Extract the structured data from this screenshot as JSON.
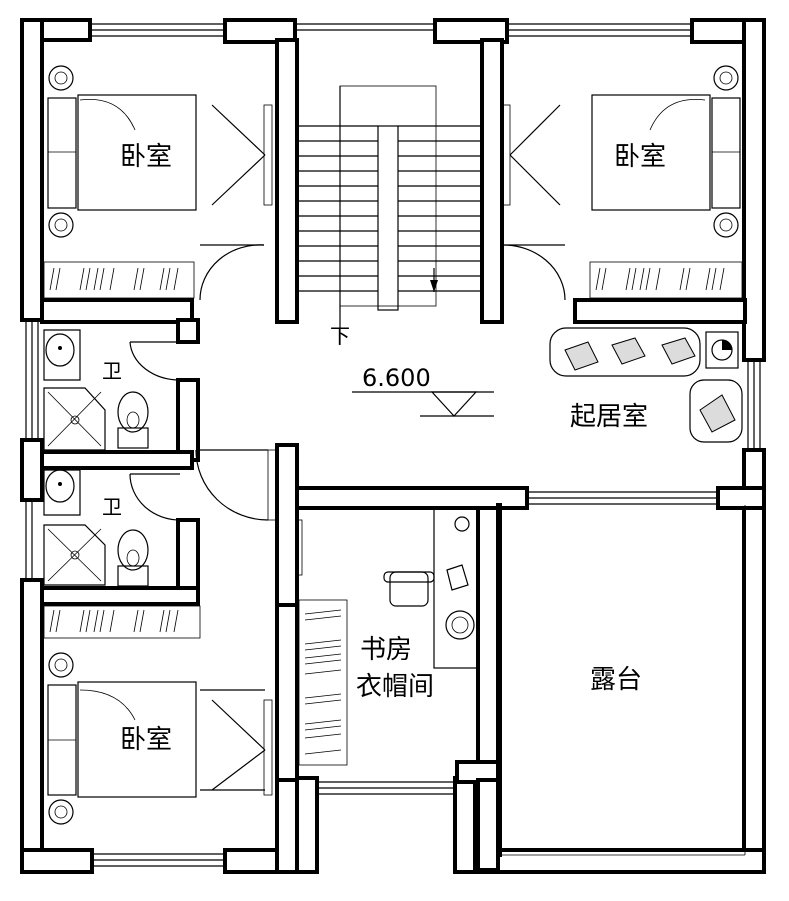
{
  "plan": {
    "rooms": {
      "bedroom_nw": "卧室",
      "bedroom_ne": "卧室",
      "bedroom_sw": "卧室",
      "bath_upper": "卫",
      "bath_lower": "卫",
      "living": "起居室",
      "study_line1": "书房",
      "study_line2": "衣帽间",
      "terrace": "露台"
    },
    "stair_direction": "下",
    "floor_level": "6.600"
  }
}
